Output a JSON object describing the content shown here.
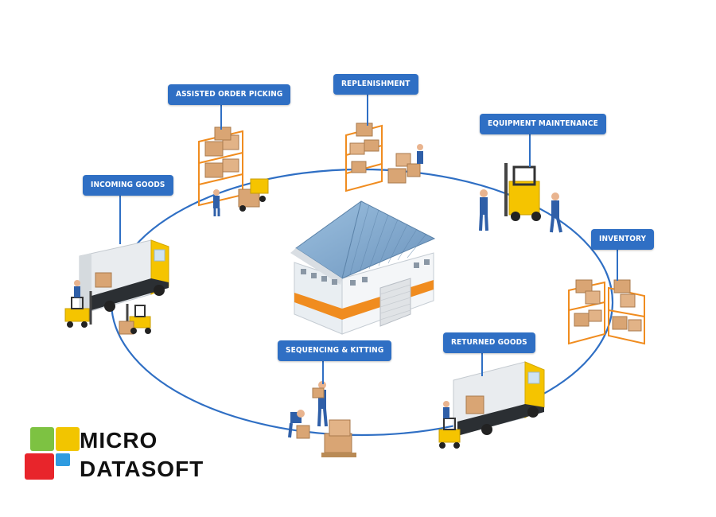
{
  "labels": {
    "incoming_goods": "INCOMING GOODS",
    "assisted_order_picking": "ASSISTED ORDER PICKING",
    "replenishment": "REPLENISHMENT",
    "equipment_maintenance": "EQUIPMENT MAINTENANCE",
    "inventory": "INVENTORY",
    "returned_goods": "RETURNED GOODS",
    "sequencing_kitting": "SEQUENCING & KITTING"
  },
  "logo": {
    "line1": "MICRO",
    "line2": "DATASOFT",
    "square_colors": [
      "#7dc242",
      "#f2c500",
      "#e8252b",
      "#2f9be0"
    ]
  },
  "colors": {
    "label_bg": "#2f6fc4",
    "cycle_line": "#2f6fc4",
    "roof": "#7fa8cc",
    "orange_band": "#f08c1f",
    "truck_cab": "#f5c400",
    "box": "#d9a574"
  }
}
